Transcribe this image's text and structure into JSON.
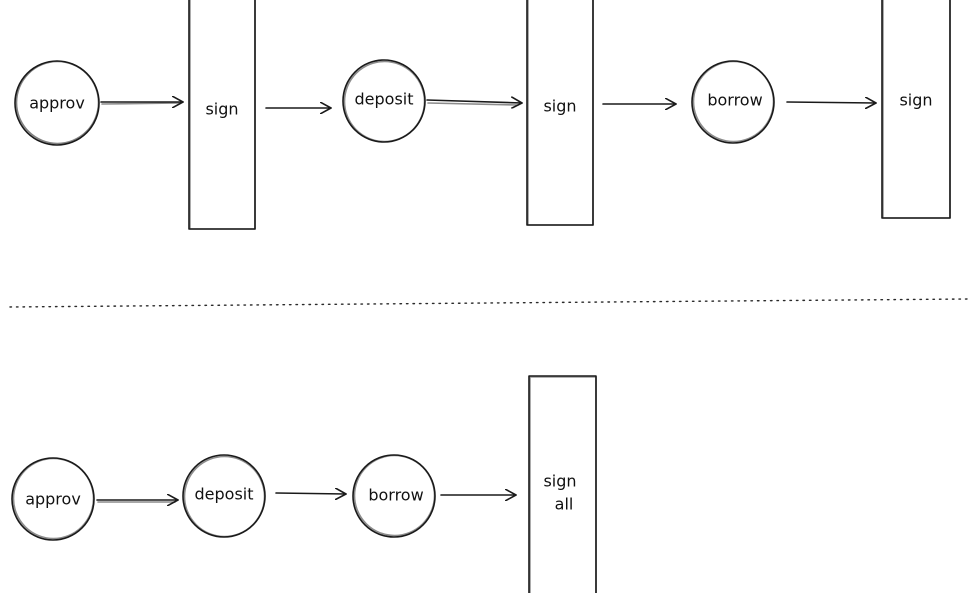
{
  "top_flow": {
    "approve_label": "approv",
    "sign_1_label": "sign",
    "deposit_label": "deposit",
    "sign_2_label": "sign",
    "borrow_label": "borrow",
    "sign_3_label": "sign"
  },
  "bottom_flow": {
    "approve_label": "approv",
    "deposit_label": "deposit",
    "borrow_label": "borrow",
    "sign_all_line1": "sign",
    "sign_all_line2": "all"
  }
}
